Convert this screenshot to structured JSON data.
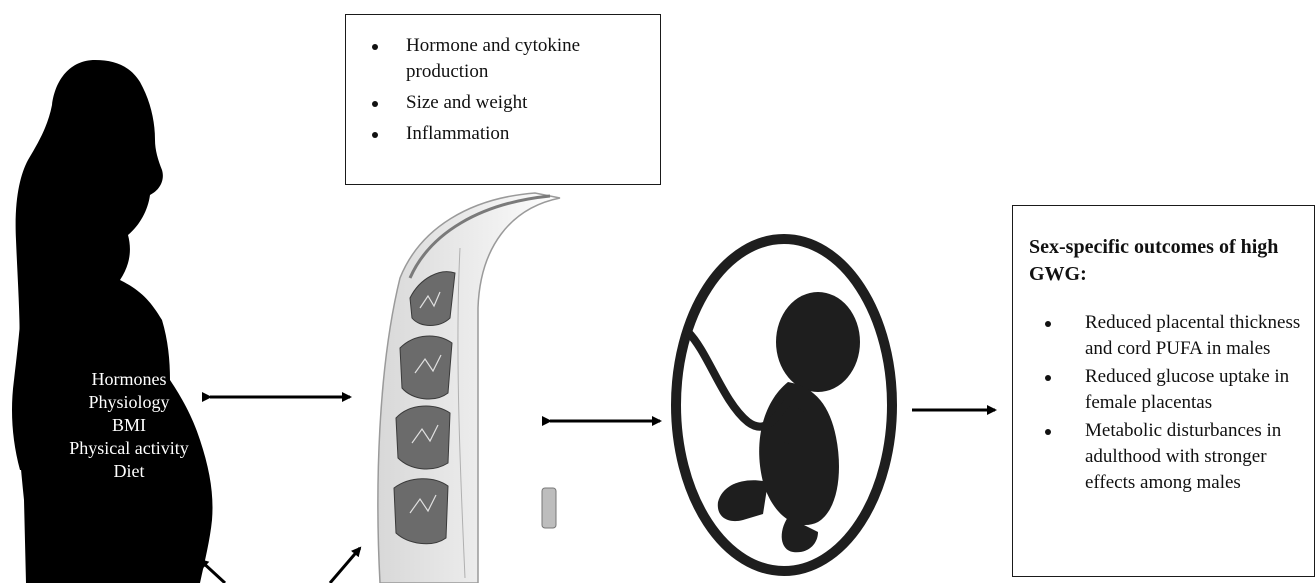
{
  "placenta_box": {
    "items": [
      "Hormone and cytokine production",
      "Size and weight",
      "Inflammation"
    ]
  },
  "mother": {
    "factors": [
      "Hormones",
      "Physiology",
      "BMI",
      "Physical activity",
      "Diet"
    ]
  },
  "outcomes": {
    "title": "Sex-specific outcomes  of high GWG:",
    "items": [
      "Reduced placental thickness and cord PUFA in males",
      "Reduced glucose uptake in female placentas",
      "Metabolic disturbances in adulthood with stronger effects among males"
    ]
  },
  "colors": {
    "silhouette": "#000000",
    "placenta_tissue": "#c8c8c8",
    "placenta_dark": "#4a4a4a",
    "fetus": "#1e1e1e",
    "arrow": "#000000"
  },
  "icons": {
    "mother": "pregnant-woman-silhouette-icon",
    "placenta": "placenta-cross-section-icon",
    "fetus": "fetus-in-womb-icon"
  }
}
